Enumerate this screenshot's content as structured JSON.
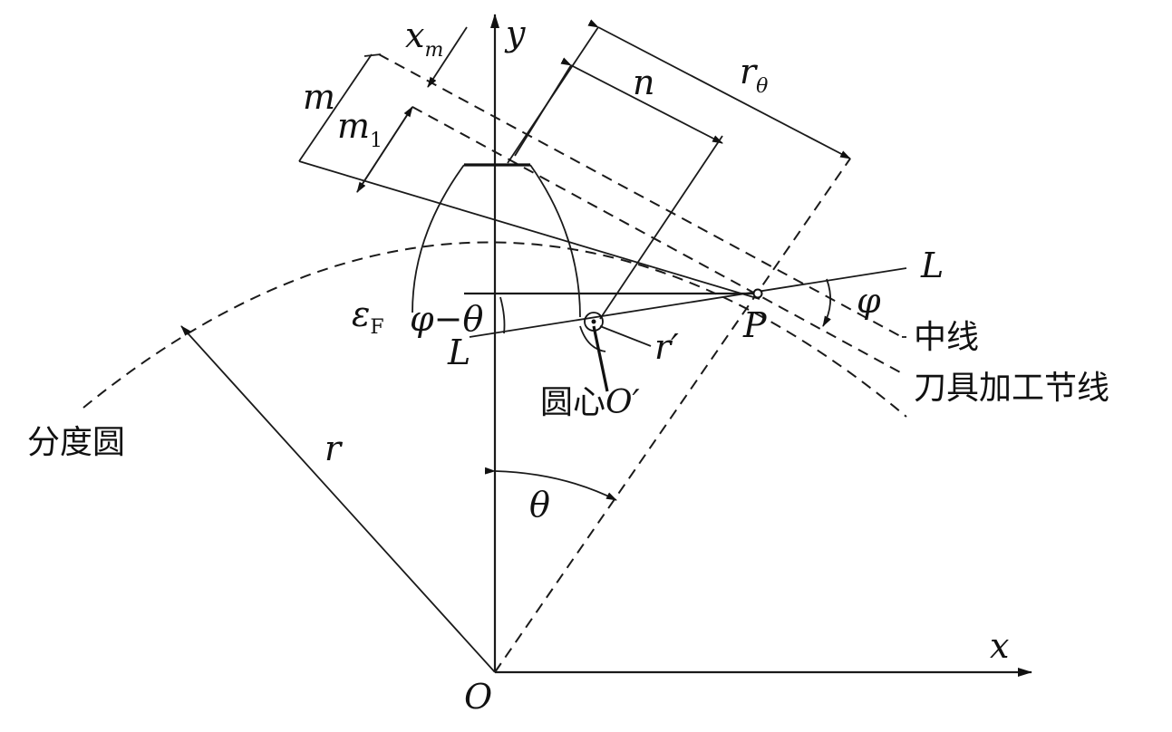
{
  "axes": {
    "x": "x",
    "y": "y",
    "origin": "O"
  },
  "labels": {
    "xm_base": "x",
    "xm_sub": "m",
    "m": "m",
    "m1_base": "m",
    "m1_sub": "1",
    "n": "n",
    "r_theta_base": "r",
    "r_theta_sub": "θ",
    "L_right": "L",
    "L_left": "L",
    "phi": "φ",
    "P": "P",
    "eps_base": "ε",
    "eps_sub": "F",
    "phi_minus_theta": "φ−θ",
    "r_prime": "r′",
    "r": "r",
    "theta": "θ"
  },
  "annotations": {
    "center_line": "中线",
    "tool_pitch_line": "刀具加工节线",
    "center_prefix": "圆心",
    "center_point": "O′",
    "pitch_circle": "分度圆"
  }
}
